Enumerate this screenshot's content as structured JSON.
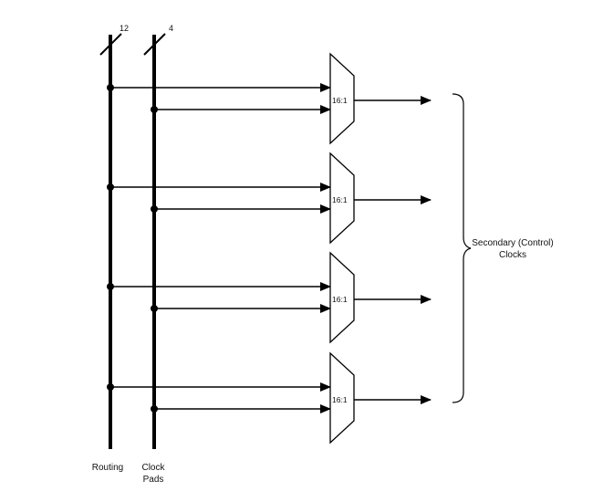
{
  "buses": [
    {
      "name": "routing",
      "width_label": "12",
      "label_lines": [
        "Routing"
      ]
    },
    {
      "name": "clock-pads",
      "width_label": "4",
      "label_lines": [
        "Clock",
        "Pads"
      ]
    }
  ],
  "muxes": [
    {
      "label": "16:1"
    },
    {
      "label": "16:1"
    },
    {
      "label": "16:1"
    },
    {
      "label": "16:1"
    }
  ],
  "brace_label_lines": [
    "Secondary (Control)",
    "Clocks"
  ],
  "colors": {
    "line": "#000000",
    "background": "#ffffff"
  }
}
